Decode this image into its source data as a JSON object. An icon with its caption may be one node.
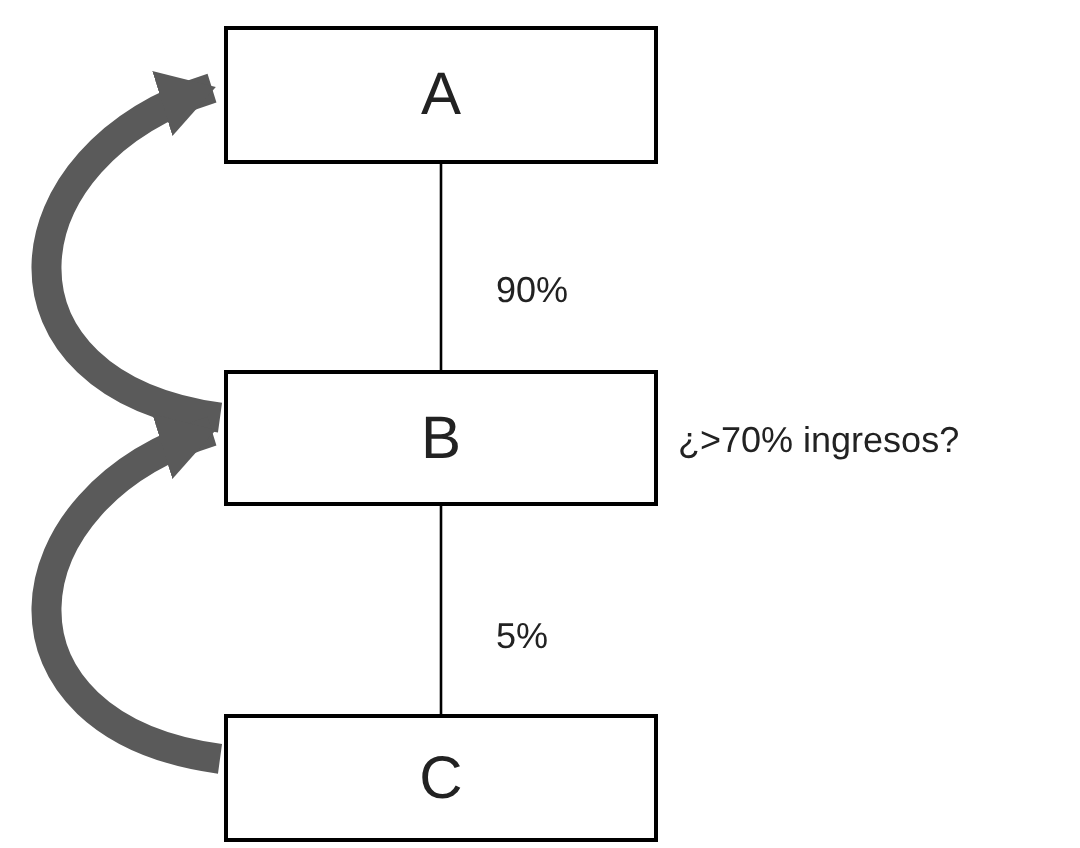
{
  "diagram": {
    "nodes": [
      {
        "text": [
          "A"
        ]
      },
      {
        "text": [
          "B"
        ],
        "beside": [
          "¿>70% ingresos?"
        ]
      },
      {
        "text": [
          "C"
        ]
      }
    ],
    "edges": [
      {
        "from": 0,
        "to": 1,
        "arrow": "none",
        "label": "90%"
      },
      {
        "from": 1,
        "to": 2,
        "arrow": "none",
        "label": "5%"
      },
      {
        "from": 1,
        "to": 0,
        "arrow": "to",
        "style": "thick",
        "color": "#5a5a5a"
      },
      {
        "from": 2,
        "to": 1,
        "arrow": "to",
        "style": "thick",
        "color": "#5a5a5a"
      }
    ]
  }
}
